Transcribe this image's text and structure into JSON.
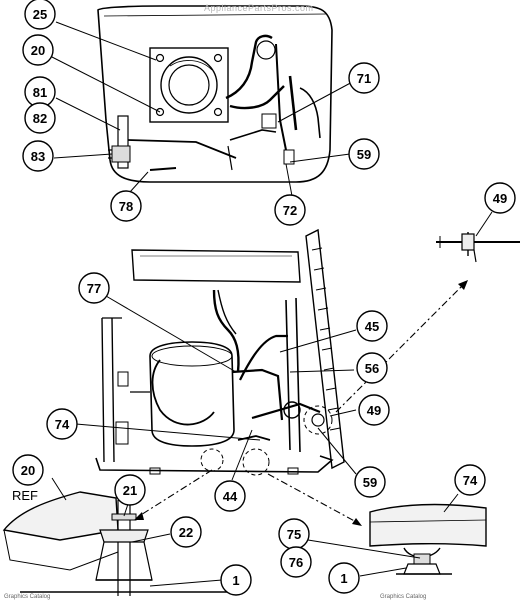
{
  "watermark": "AppliancePartsPros.com",
  "ref_label": "REF",
  "footer": {
    "left": "Graphics Catalog",
    "right": "Graphics Catalog"
  },
  "callouts": [
    {
      "id": "c25",
      "label": "25"
    },
    {
      "id": "c20a",
      "label": "20"
    },
    {
      "id": "c81",
      "label": "81"
    },
    {
      "id": "c82",
      "label": "82"
    },
    {
      "id": "c83",
      "label": "83"
    },
    {
      "id": "c78",
      "label": "78"
    },
    {
      "id": "c71",
      "label": "71"
    },
    {
      "id": "c59a",
      "label": "59"
    },
    {
      "id": "c72",
      "label": "72"
    },
    {
      "id": "c49a",
      "label": "49"
    },
    {
      "id": "c77",
      "label": "77"
    },
    {
      "id": "c45",
      "label": "45"
    },
    {
      "id": "c56",
      "label": "56"
    },
    {
      "id": "c49b",
      "label": "49"
    },
    {
      "id": "c74a",
      "label": "74"
    },
    {
      "id": "c59b",
      "label": "59"
    },
    {
      "id": "c44",
      "label": "44"
    },
    {
      "id": "c20b",
      "label": "20"
    },
    {
      "id": "c21",
      "label": "21"
    },
    {
      "id": "c22",
      "label": "22"
    },
    {
      "id": "c1a",
      "label": "1"
    },
    {
      "id": "c74b",
      "label": "74"
    },
    {
      "id": "c75",
      "label": "75"
    },
    {
      "id": "c76",
      "label": "76"
    },
    {
      "id": "c1b",
      "label": "1"
    }
  ]
}
